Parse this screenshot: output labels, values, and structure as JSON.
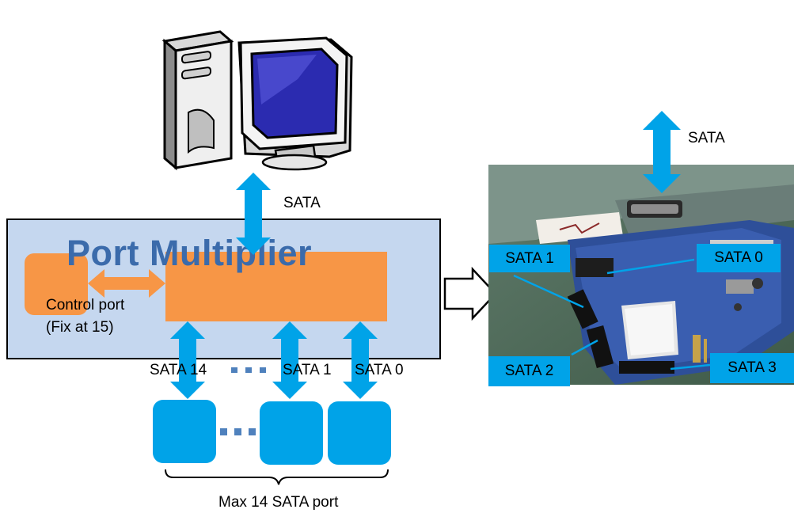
{
  "colors": {
    "arrow_blue": "#00a3e8",
    "pm_box_fill": "#c5d7ef",
    "orange": "#f79646",
    "title_blue": "#3b6bab",
    "drive_blue": "#00a3e8"
  },
  "diagram": {
    "host_icon": "desktop-computer-icon",
    "host_link_label": "SATA",
    "pm_title": "Port Multiplier",
    "control_port_line1": "Control port",
    "control_port_line2": "(Fix at 15)",
    "port_labels": {
      "left": "SATA 14",
      "middle": "SATA 1",
      "right": "SATA 0"
    },
    "dots": "…",
    "bottom_caption": "Max 14 SATA port"
  },
  "photo": {
    "top_link_label": "SATA",
    "callouts": {
      "sata1": "SATA 1",
      "sata0": "SATA 0",
      "sata2": "SATA 2",
      "sata3": "SATA 3"
    }
  }
}
